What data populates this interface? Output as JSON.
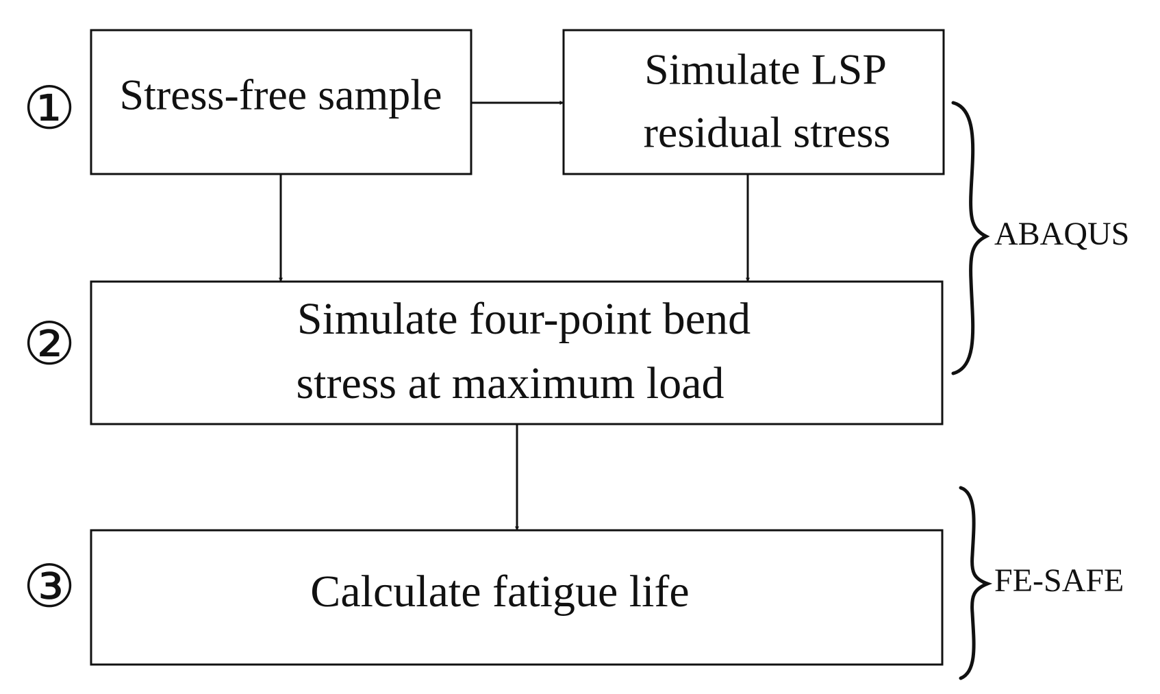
{
  "steps": [
    {
      "marker": "①",
      "boxes": [
        {
          "lines": [
            "Stress-free sample"
          ]
        },
        {
          "lines": [
            "Simulate LSP",
            "residual stress"
          ]
        }
      ]
    },
    {
      "marker": "②",
      "boxes": [
        {
          "lines": [
            "Simulate four-point bend",
            "stress at maximum load"
          ]
        }
      ]
    },
    {
      "marker": "③",
      "boxes": [
        {
          "lines": [
            "Calculate fatigue life"
          ]
        }
      ]
    }
  ],
  "groups": [
    {
      "label": "ABAQUS"
    },
    {
      "label": "FE-SAFE"
    }
  ],
  "colors": {
    "stroke": "#111111",
    "background": "#ffffff"
  }
}
